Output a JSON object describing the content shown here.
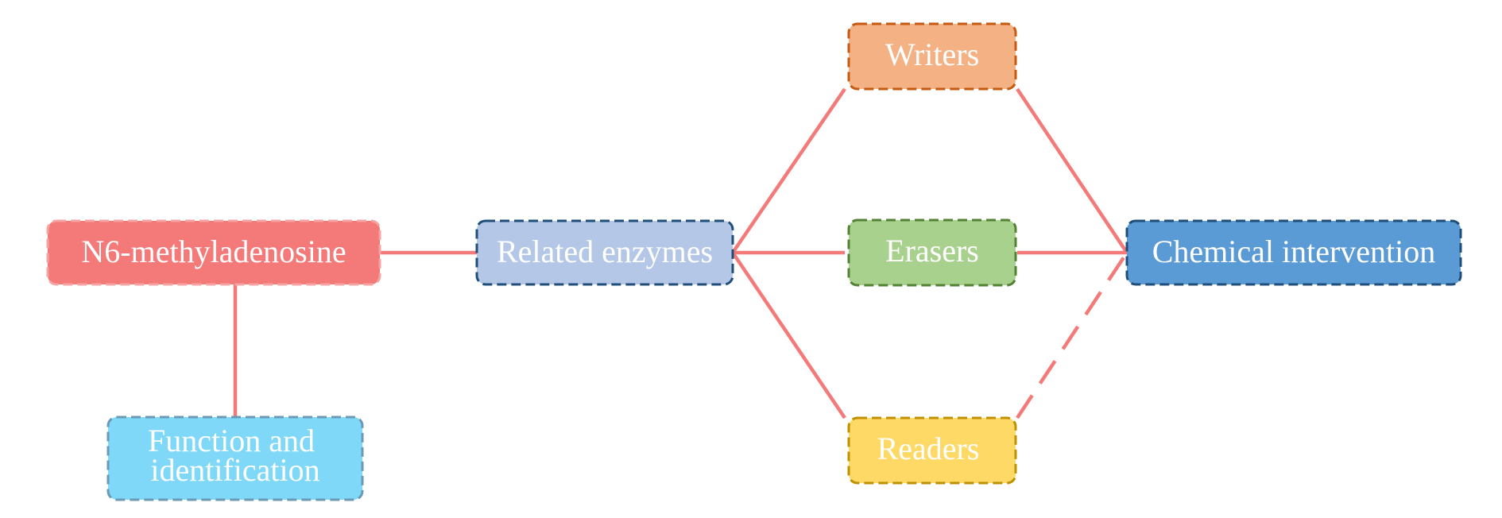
{
  "nodes": {
    "m6a": {
      "label": "N6-methyladenosine",
      "fill": "#F47A7A",
      "stroke": "#F5A3A3"
    },
    "related": {
      "label": "Related enzymes",
      "fill": "#B4C7E7",
      "stroke": "#1F4E79"
    },
    "function": {
      "lines": [
        "Function and",
        "identification"
      ],
      "fill": "#7FD8F8",
      "stroke": "#6A9AB5"
    },
    "writers": {
      "label": "Writers",
      "fill": "#F4B183",
      "stroke": "#C55A11"
    },
    "erasers": {
      "label": "Erasers",
      "fill": "#A9D18E",
      "stroke": "#548235"
    },
    "readers": {
      "label": "Readers",
      "fill": "#FFD966",
      "stroke": "#BF9000"
    },
    "chemical": {
      "label": "Chemical intervention",
      "fill": "#5B9BD5",
      "stroke": "#1F4E79"
    }
  },
  "connector_color": "#F47A7A"
}
